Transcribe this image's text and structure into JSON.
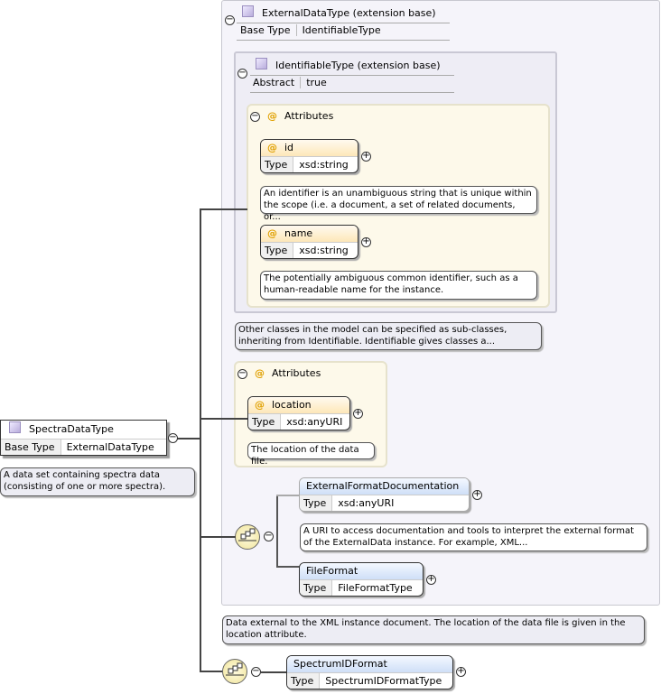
{
  "root": {
    "name": "SpectraDataType",
    "base_type_key": "Base Type",
    "base_type_value": "ExternalDataType",
    "note": "A data set containing spectra data (consisting of one or more spectra)."
  },
  "external_base": {
    "title": "ExternalDataType (extension base)",
    "base_type_key": "Base Type",
    "base_type_value": "IdentifiableType",
    "note": "Data external to the XML instance document. The location of the data file is given in the location attribute."
  },
  "identifiable_base": {
    "title": "IdentifiableType (extension base)",
    "abstract_key": "Abstract",
    "abstract_value": "true",
    "attributes_label": "Attributes",
    "note": "Other classes in the model can be specified as sub-classes, inheriting from Identifiable. Identifiable gives classes a...",
    "id_attr": {
      "name": "id",
      "type_key": "Type",
      "type_value": "xsd:string",
      "note": "An identifier is an unambiguous string that is unique within the scope (i.e. a document, a set of related documents, or..."
    },
    "name_attr": {
      "name": "name",
      "type_key": "Type",
      "type_value": "xsd:string",
      "note": "The potentially ambiguous common identifier, such as a human-readable name for the instance."
    }
  },
  "external_attributes": {
    "label": "Attributes",
    "location_attr": {
      "name": "location",
      "type_key": "Type",
      "type_value": "xsd:anyURI",
      "note": "The location of the data file."
    }
  },
  "external_sequence": {
    "ext_format_doc": {
      "name": "ExternalFormatDocumentation",
      "type_key": "Type",
      "type_value": "xsd:anyURI",
      "note": "A URI to access documentation and tools to interpret the external format of the ExternalData instance. For example, XML..."
    },
    "file_format": {
      "name": "FileFormat",
      "type_key": "Type",
      "type_value": "FileFormatType"
    }
  },
  "spectrum_id_format": {
    "name": "SpectrumIDFormat",
    "type_key": "Type",
    "type_value": "SpectrumIDFormatType"
  },
  "glyphs": {
    "minus": "−",
    "plus": "+",
    "at": "@"
  },
  "colors": {
    "attribute_header": "#fde7b8",
    "element_header": "#cfdff7",
    "note_bg": "#ededf4",
    "sequence_bg": "#f0e49a"
  }
}
